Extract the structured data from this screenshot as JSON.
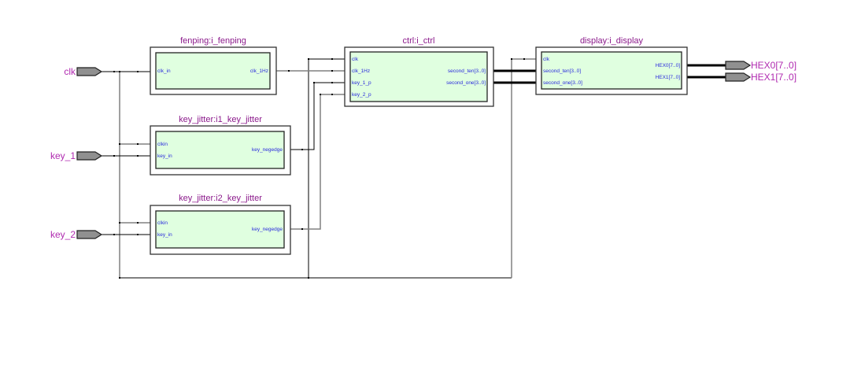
{
  "diagram": {
    "type": "RTL schematic",
    "inputs": [
      {
        "name": "clk"
      },
      {
        "name": "key_1"
      },
      {
        "name": "key_2"
      }
    ],
    "outputs": [
      {
        "name": "HEX0[7..0]"
      },
      {
        "name": "HEX1[7..0]"
      }
    ],
    "modules": {
      "fenping": {
        "title": "fenping:i_fenping",
        "inputs": [
          "clk_in"
        ],
        "outputs": [
          "clk_1Hz"
        ]
      },
      "jitter1": {
        "title": "key_jitter:i1_key_jitter",
        "inputs": [
          "clkin",
          "key_in"
        ],
        "outputs": [
          "key_negedge"
        ]
      },
      "jitter2": {
        "title": "key_jitter:i2_key_jitter",
        "inputs": [
          "clkin",
          "key_in"
        ],
        "outputs": [
          "key_negedge"
        ]
      },
      "ctrl": {
        "title": "ctrl:i_ctrl",
        "inputs": [
          "clk",
          "clk_1Hz",
          "key_1_p",
          "key_2_p"
        ],
        "outputs": [
          "second_ten[3..0]",
          "second_one[3..0]"
        ]
      },
      "display": {
        "title": "display:i_display",
        "inputs": [
          "clk",
          "second_ten[3..0]",
          "second_one[3..0]"
        ],
        "outputs": [
          "HEX0[7..0]",
          "HEX1[7..0]"
        ]
      }
    },
    "connections": [
      {
        "from": "clk",
        "to": [
          "fenping.clk_in",
          "jitter1.clkin",
          "jitter2.clkin",
          "ctrl.clk",
          "display.clk"
        ]
      },
      {
        "from": "key_1",
        "to": [
          "jitter1.key_in"
        ]
      },
      {
        "from": "key_2",
        "to": [
          "jitter2.key_in"
        ]
      },
      {
        "from": "fenping.clk_1Hz",
        "to": [
          "ctrl.clk_1Hz"
        ]
      },
      {
        "from": "jitter1.key_negedge",
        "to": [
          "ctrl.key_1_p"
        ]
      },
      {
        "from": "jitter2.key_negedge",
        "to": [
          "ctrl.key_2_p"
        ]
      },
      {
        "from": "ctrl.second_ten[3..0]",
        "to": [
          "display.second_ten[3..0]"
        ],
        "bus": true
      },
      {
        "from": "ctrl.second_one[3..0]",
        "to": [
          "display.second_one[3..0]"
        ],
        "bus": true
      },
      {
        "from": "display.HEX0[7..0]",
        "to": [
          "HEX0[7..0]"
        ],
        "bus": true
      },
      {
        "from": "display.HEX1[7..0]",
        "to": [
          "HEX1[7..0]"
        ],
        "bus": true
      }
    ]
  }
}
